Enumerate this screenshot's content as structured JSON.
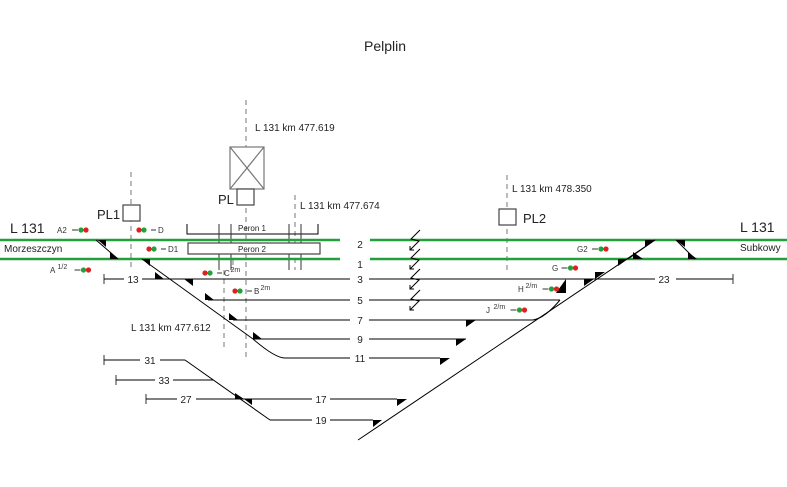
{
  "title": "Pelplin",
  "line_label_left": "L 131",
  "line_label_right": "L 131",
  "town_left": "Morzeszczyn",
  "town_right": "Subkowy",
  "posts": [
    {
      "id": "PL1",
      "label": "PL1"
    },
    {
      "id": "PL",
      "label": "PL"
    },
    {
      "id": "PL2",
      "label": "PL2"
    }
  ],
  "kilometers": [
    {
      "id": "station_building",
      "label": "L 131  km  477.619"
    },
    {
      "id": "platform_axis",
      "label": "L 131  km  477.674"
    },
    {
      "id": "pl2_axis",
      "label": "L 131  km  478.350"
    },
    {
      "id": "lower_axis",
      "label": "L 131  km  477.612"
    }
  ],
  "platforms": [
    {
      "id": "peron1",
      "label": "Peron 1"
    },
    {
      "id": "peron2",
      "label": "Peron 2"
    }
  ],
  "tracks": [
    {
      "id": "2",
      "label": "2",
      "type": "main"
    },
    {
      "id": "1",
      "label": "1",
      "type": "main"
    },
    {
      "id": "3",
      "label": "3"
    },
    {
      "id": "5",
      "label": "5"
    },
    {
      "id": "7",
      "label": "7"
    },
    {
      "id": "9",
      "label": "9"
    },
    {
      "id": "11",
      "label": "11"
    },
    {
      "id": "13",
      "label": "13"
    },
    {
      "id": "23",
      "label": "23"
    },
    {
      "id": "31",
      "label": "31"
    },
    {
      "id": "33",
      "label": "33"
    },
    {
      "id": "27",
      "label": "27"
    },
    {
      "id": "17",
      "label": "17"
    },
    {
      "id": "19",
      "label": "19"
    }
  ],
  "signals": [
    {
      "id": "A2",
      "label": "A2",
      "sup": ""
    },
    {
      "id": "A12",
      "label": "A",
      "sup": "1/2"
    },
    {
      "id": "D",
      "label": "D",
      "sup": ""
    },
    {
      "id": "D1",
      "label": "D1",
      "sup": ""
    },
    {
      "id": "C",
      "label": "C",
      "sup": "2m"
    },
    {
      "id": "B",
      "label": "B",
      "sup": "2m"
    },
    {
      "id": "G2",
      "label": "G2",
      "sup": ""
    },
    {
      "id": "G",
      "label": "G",
      "sup": ""
    },
    {
      "id": "H",
      "label": "H",
      "sup": "2/m"
    },
    {
      "id": "J",
      "label": "J",
      "sup": "2/m"
    }
  ],
  "colors": {
    "main_track": "#22a03a",
    "signal_red": "#e02020",
    "signal_green": "#22a03a"
  }
}
